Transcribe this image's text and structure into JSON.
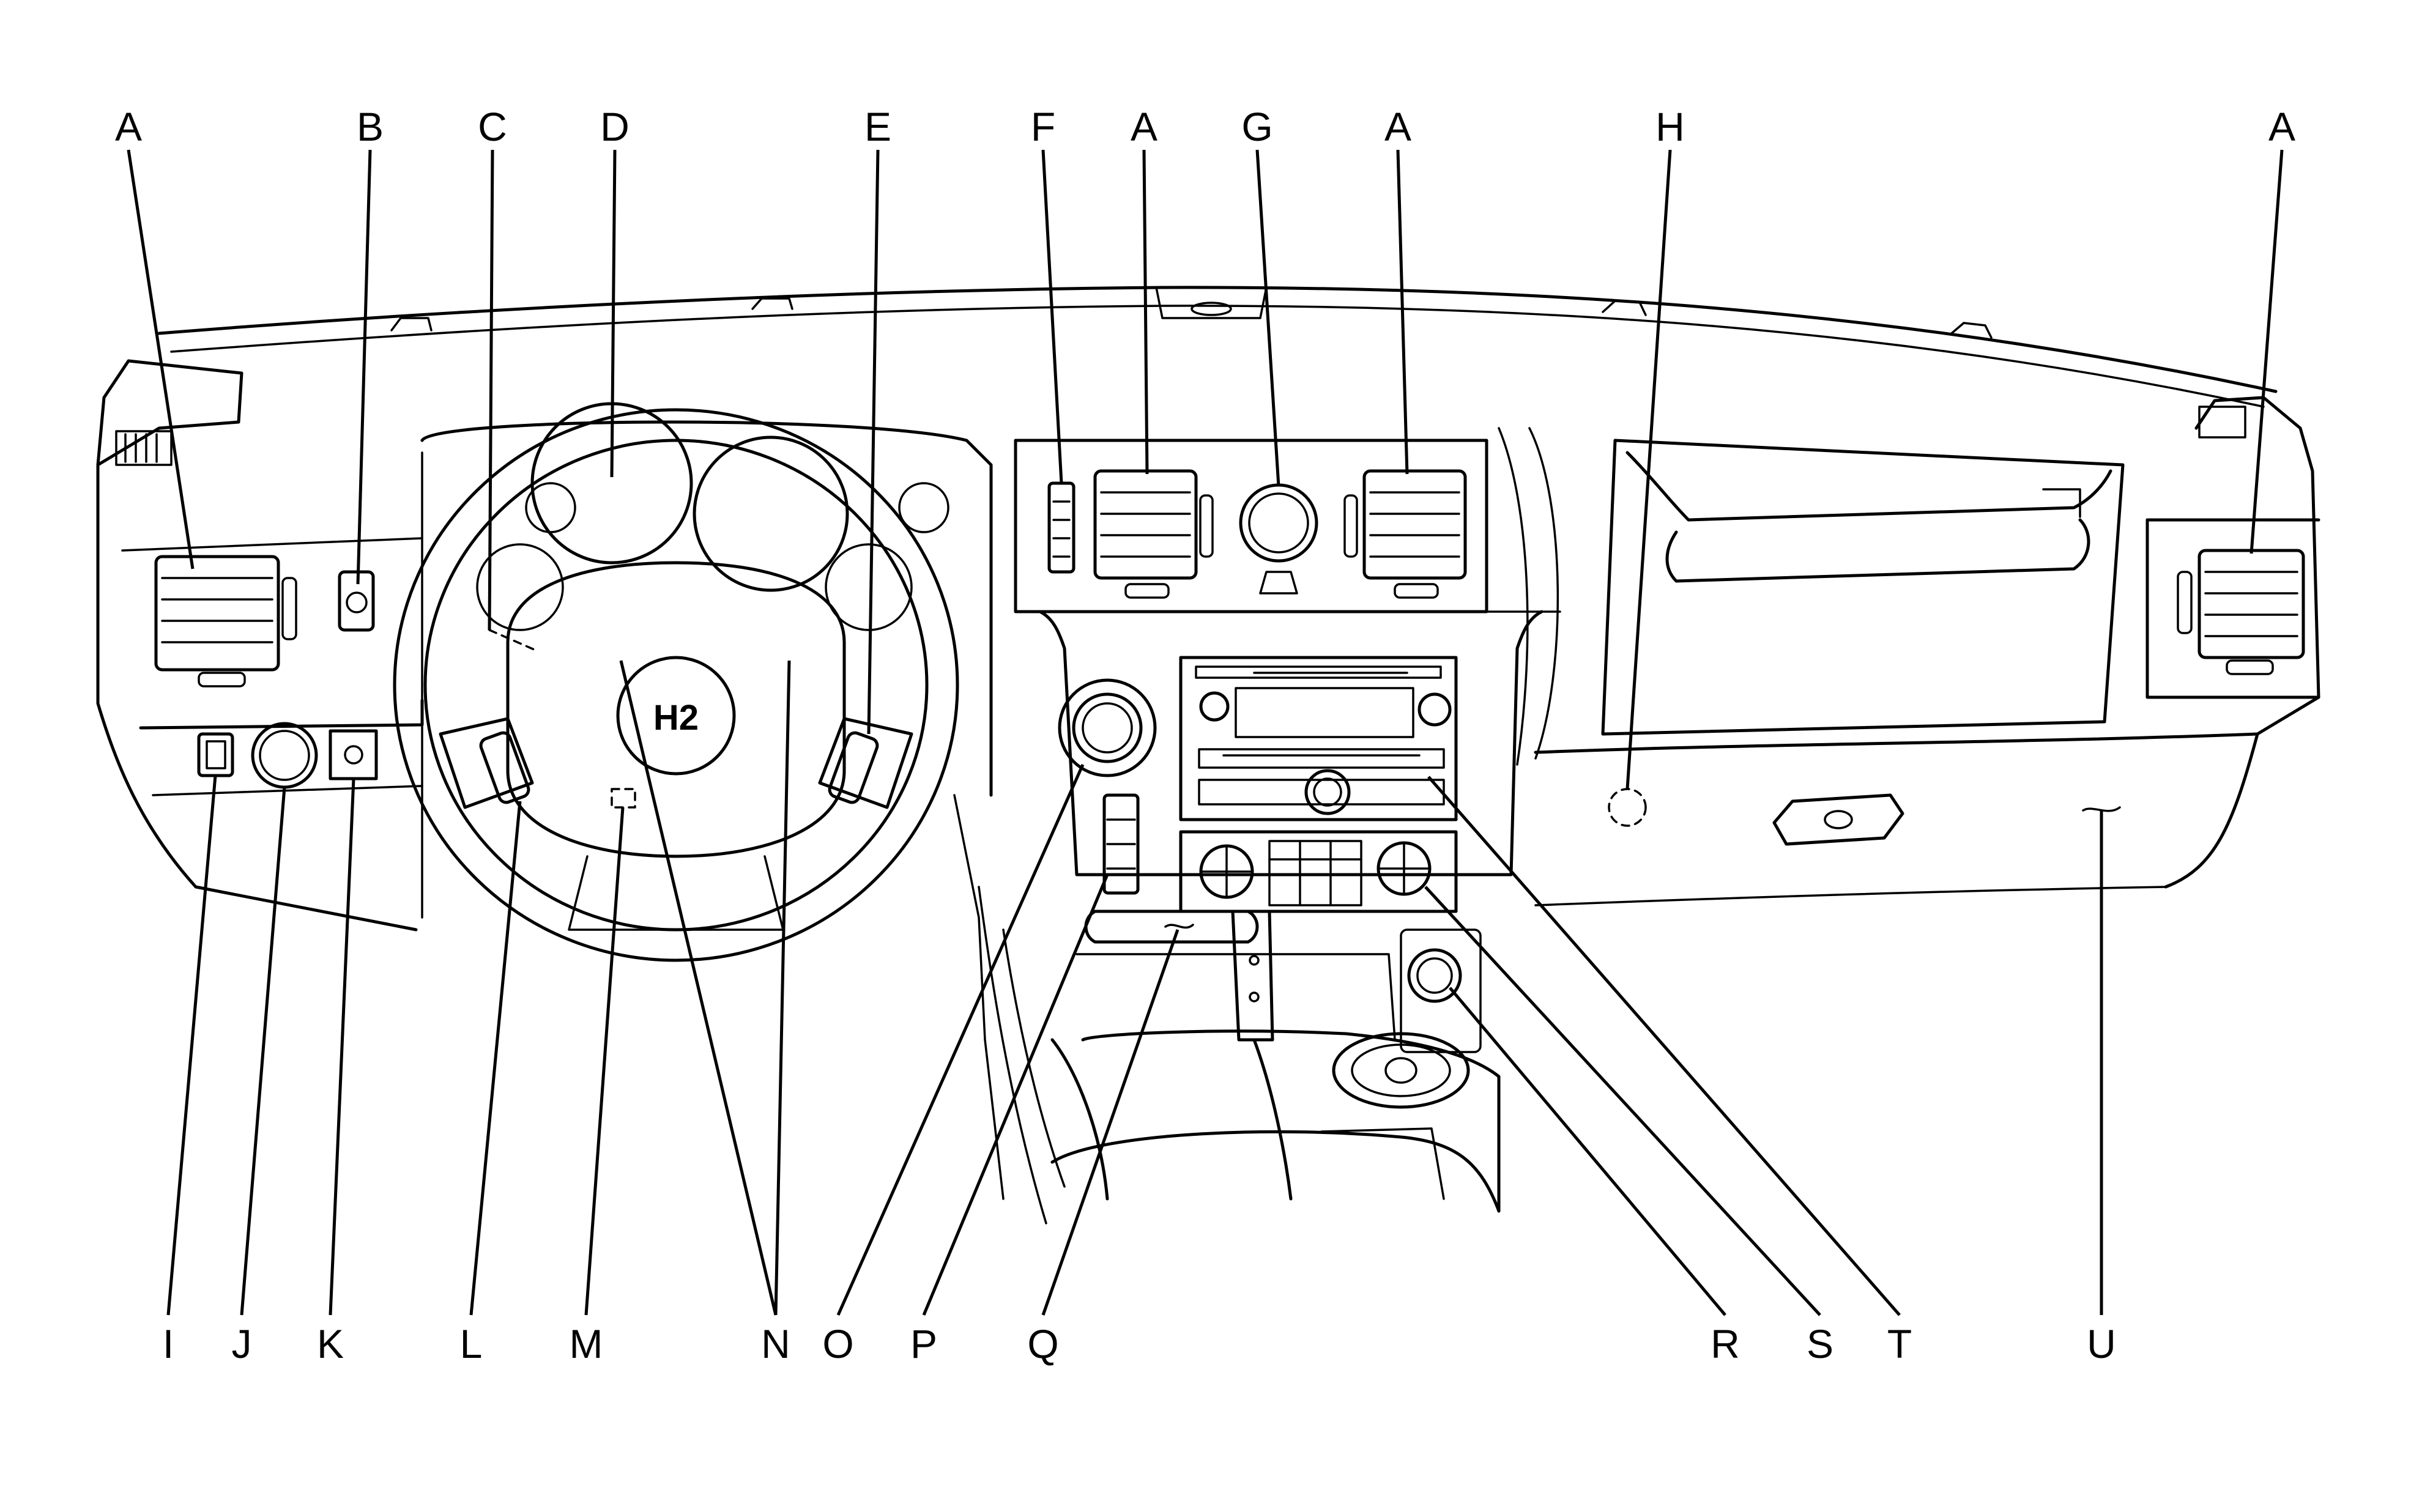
{
  "figure": {
    "subject": "instrument panel overview",
    "callouts": [
      {
        "id": "A1",
        "letter": "A"
      },
      {
        "id": "B",
        "letter": "B"
      },
      {
        "id": "C",
        "letter": "C"
      },
      {
        "id": "D",
        "letter": "D"
      },
      {
        "id": "E",
        "letter": "E"
      },
      {
        "id": "F",
        "letter": "F"
      },
      {
        "id": "A2",
        "letter": "A"
      },
      {
        "id": "G",
        "letter": "G"
      },
      {
        "id": "A3",
        "letter": "A"
      },
      {
        "id": "H",
        "letter": "H"
      },
      {
        "id": "A4",
        "letter": "A"
      },
      {
        "id": "I",
        "letter": "I"
      },
      {
        "id": "J",
        "letter": "J"
      },
      {
        "id": "K",
        "letter": "K"
      },
      {
        "id": "L",
        "letter": "L"
      },
      {
        "id": "M",
        "letter": "M"
      },
      {
        "id": "N",
        "letter": "N"
      },
      {
        "id": "O",
        "letter": "O"
      },
      {
        "id": "P",
        "letter": "P"
      },
      {
        "id": "Q",
        "letter": "Q"
      },
      {
        "id": "R",
        "letter": "R"
      },
      {
        "id": "S",
        "letter": "S"
      },
      {
        "id": "T",
        "letter": "T"
      },
      {
        "id": "U",
        "letter": "U"
      }
    ],
    "logo_text": "H2",
    "colors": {
      "ink": "#000000",
      "paper": "#ffffff"
    }
  }
}
